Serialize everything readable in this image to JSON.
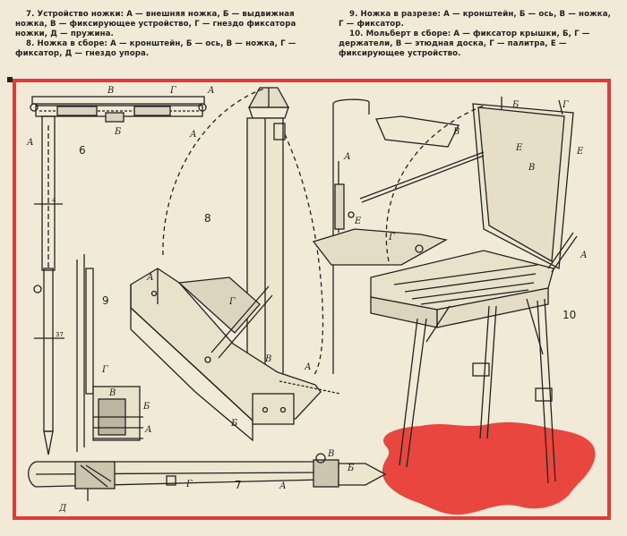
{
  "captions": {
    "left": [
      "7. Устройство ножки: А — внешняя ножка, Б — выдвижная ножка, В — фиксирующее устройство, Г — гнездо фиксатора ножки, Д — пружина.",
      "8. Ножка в сборе: А — кронштейн, Б — ось, В — ножка, Г — фиксатор, Д — гнездо упора."
    ],
    "right": [
      "9. Ножка в разрезе: А — кронштейн, Б — ось, В — ножка, Г — фиксатор.",
      "10. Мольберт в сборе: А — фиксатор крышки, Б, Г — держатели, В — этюдная доска, Г — палитра, Е — фиксирующее устройство."
    ]
  },
  "figure_numbers": {
    "f6": "6",
    "f7": "7",
    "f8": "8",
    "f9": "9",
    "f10": "10"
  },
  "dimensions": {
    "d1": "4",
    "d2": "37"
  },
  "labels": {
    "a": "А",
    "b": "Б",
    "v": "В",
    "g": "Г",
    "d": "Д",
    "e": "Е"
  },
  "colors": {
    "paper": "#f0ead6",
    "frame": "#e03a3a",
    "stain": "#e8463e",
    "ink": "#222222"
  }
}
